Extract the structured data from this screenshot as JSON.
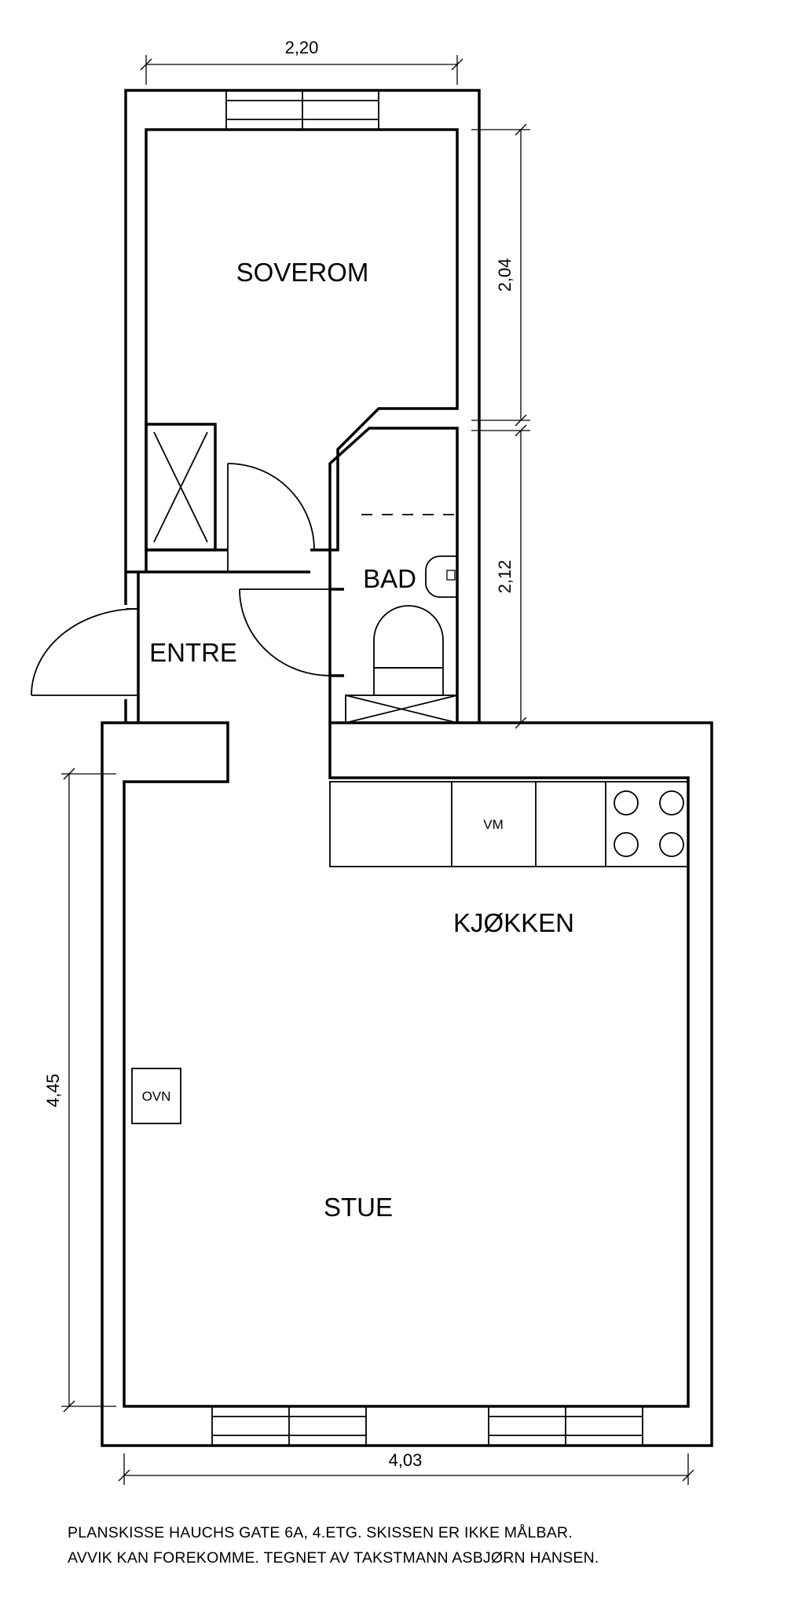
{
  "rooms": {
    "soverom": "SOVEROM",
    "bad": "BAD",
    "entre": "ENTRE",
    "kjokken": "KJØKKEN",
    "stue": "STUE"
  },
  "fixtures": {
    "vm": "VM",
    "ovn": "OVN"
  },
  "dimensions": {
    "top_width": "2,20",
    "soverom_height": "2,04",
    "bad_height": "2,12",
    "stue_height": "4,45",
    "bottom_width": "4,03"
  },
  "caption": {
    "line1": "PLANSKISSE HAUCHS GATE 6A, 4.ETG. SKISSEN ER IKKE MÅLBAR.",
    "line2": "AVVIK KAN FOREKOMME. TEGNET AV TAKSTMANN ASBJØRN HANSEN."
  }
}
